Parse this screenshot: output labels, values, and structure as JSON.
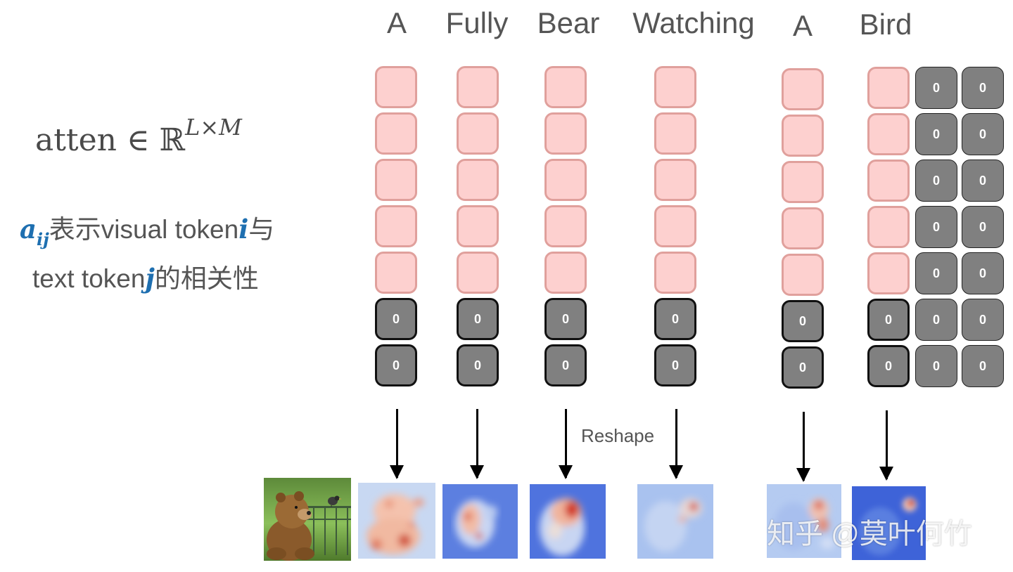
{
  "tokens": [
    "A",
    "Fully",
    "Bear",
    "Watching",
    "A",
    "Bird"
  ],
  "formula": {
    "base": "atten ∈ ℝ",
    "superscript": "L×M"
  },
  "description": {
    "line1": {
      "var": "a",
      "sub": "ij",
      "text": "表示visual token",
      "var2": "i",
      "tail": "与"
    },
    "line2": {
      "text": "text token",
      "var": "j",
      "tail": "的相关性"
    }
  },
  "zero_label": "0",
  "reshape_label": "Reshape",
  "watermark": "知乎 @莫叶何竹",
  "colors": {
    "cell_pink": "#fdd0cf",
    "cell_gray": "#808080",
    "var_blue": "#1e6fb0"
  }
}
